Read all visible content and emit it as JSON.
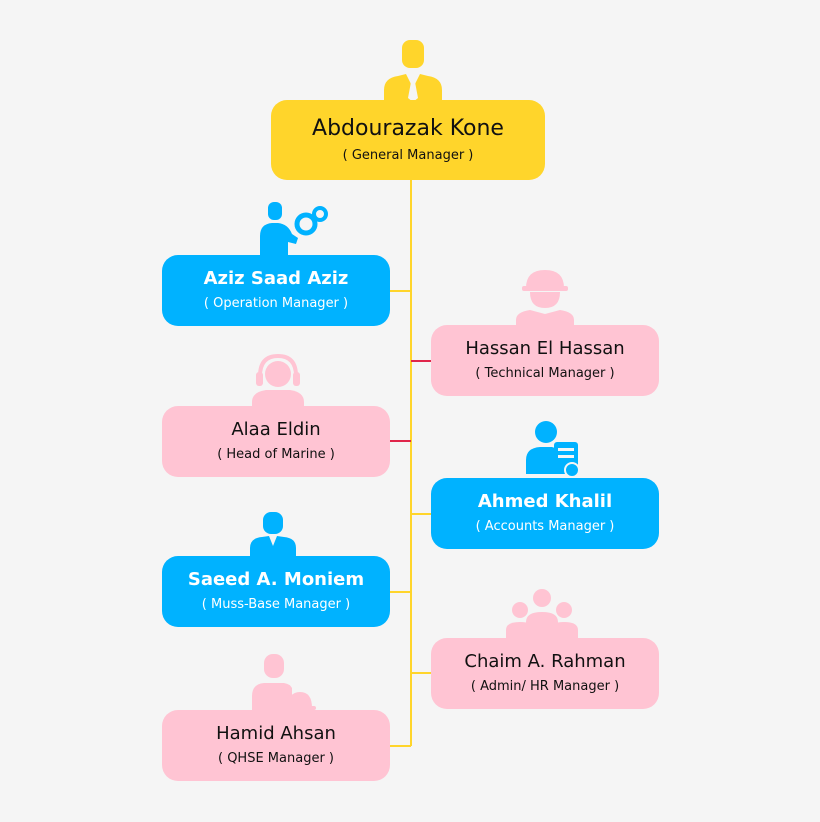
{
  "colors": {
    "background": "#f5f5f5",
    "yellow": "#ffd52b",
    "blue": "#00b2ff",
    "pink": "#ffc4d3",
    "line_yellow": "#ffd52b",
    "line_red": "#e0264b"
  },
  "root": {
    "name": "Abdourazak Kone",
    "role": "( General Manager )",
    "icon": "businessman-tie-icon"
  },
  "members": [
    {
      "id": "aziz",
      "name": "Aziz Saad Aziz",
      "role": "( Operation Manager )",
      "icon": "manager-gears-icon",
      "color": "blue"
    },
    {
      "id": "hassan",
      "name": "Hassan El Hassan",
      "role": "( Technical Manager )",
      "icon": "engineer-hardhat-icon",
      "color": "pink"
    },
    {
      "id": "alaa",
      "name": "Alaa Eldin",
      "role": "( Head of Marine )",
      "icon": "headset-operator-icon",
      "color": "pink"
    },
    {
      "id": "ahmed",
      "name": "Ahmed Khalil",
      "role": "( Accounts Manager )",
      "icon": "user-clipboard-icon",
      "color": "blue"
    },
    {
      "id": "saeed",
      "name": "Saeed A. Moniem",
      "role": "( Muss-Base Manager )",
      "icon": "businessman-icon",
      "color": "blue"
    },
    {
      "id": "chaim",
      "name": "Chaim A. Rahman",
      "role": "( Admin/ HR Manager )",
      "icon": "team-group-icon",
      "color": "pink"
    },
    {
      "id": "hamid",
      "name": "Hamid Ahsan",
      "role": "( QHSE Manager )",
      "icon": "safety-helmet-person-icon",
      "color": "pink"
    }
  ]
}
